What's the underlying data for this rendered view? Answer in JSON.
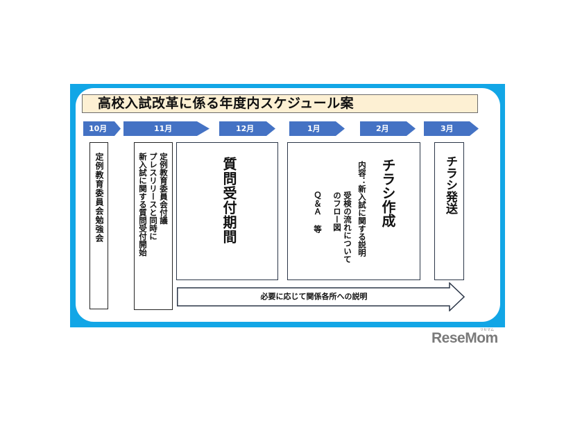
{
  "title": "高校入試改革に係る年度内スケジュール案",
  "months": [
    {
      "label": "10月"
    },
    {
      "label": "11月"
    },
    {
      "label": "12月"
    },
    {
      "label": "1月"
    },
    {
      "label": "2月"
    },
    {
      "label": "3月"
    }
  ],
  "boxes": {
    "october": {
      "text": "定例教育委員会勉強会"
    },
    "november": {
      "lines": [
        "定例教育委員会付議",
        "プレスリリースと同時に",
        "新入試に関する質問受付開始"
      ]
    },
    "question_period": {
      "text": "質問受付期間"
    },
    "flyer_creation": {
      "heading": "チラシ作成",
      "lines": [
        "内容：新入試に関する説明",
        "受検の流れについて",
        "のフロー図",
        "Ｑ＆Ａ 等"
      ]
    },
    "flyer_dispatch": {
      "text": "チラシ発送"
    }
  },
  "arrow": {
    "text": "必要に応じて関係各所への説明"
  },
  "colors": {
    "frame": "#12a6e6",
    "month_arrow": "#4472c4",
    "title_bg": "#fdf0d3"
  },
  "watermark": {
    "text": "ReseMom",
    "small": "リセマム"
  }
}
